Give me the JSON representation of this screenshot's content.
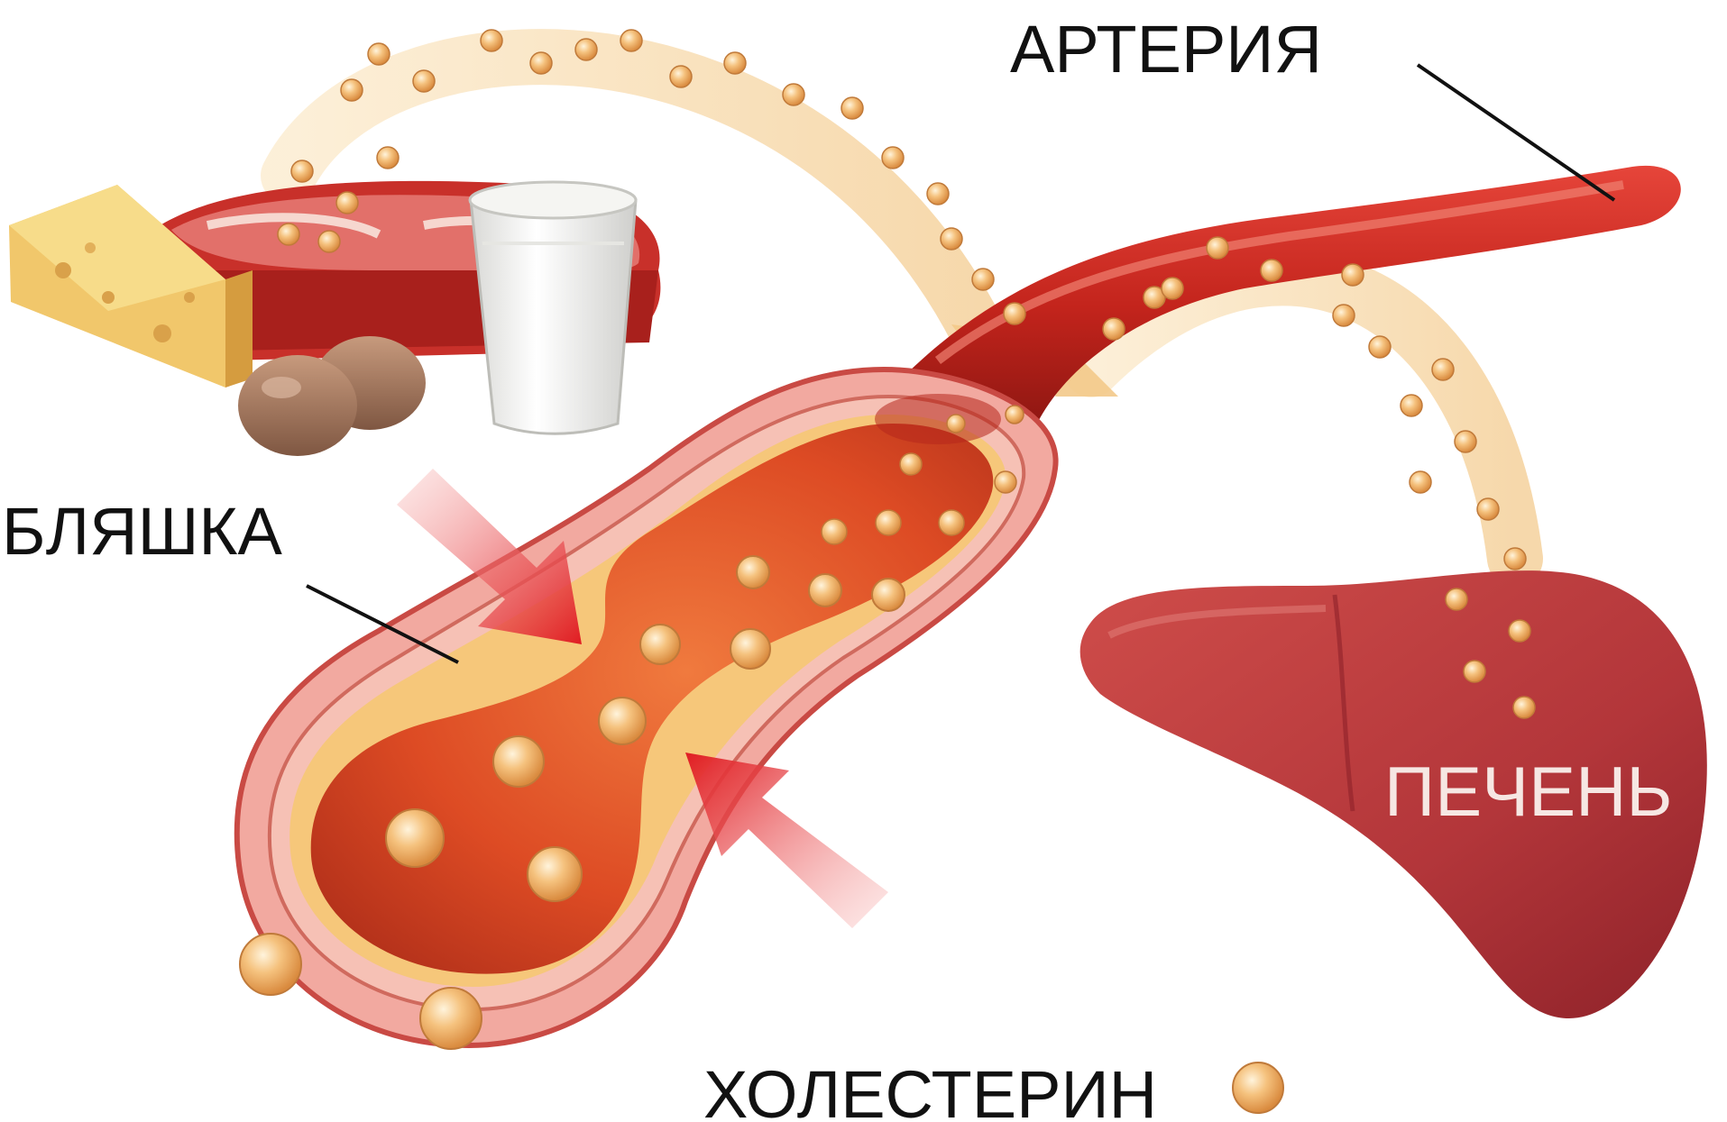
{
  "labels": {
    "artery": "АРТЕРИЯ",
    "plaque": "БЛЯШКА",
    "liver": "ПЕЧЕНЬ",
    "cholesterol": "ХОЛЕСТЕРИН"
  },
  "colors": {
    "artery_red": "#c8281e",
    "artery_lumen": "#e2562c",
    "plaque_yellow": "#f6c77a",
    "liver_red": "#b9373a",
    "cholesterol_ball": "#f1b26a",
    "arrow_red": "#e01c22",
    "dot_trail": "#f4d7a2"
  },
  "icons": [
    "cheese-icon",
    "meat-icon",
    "egg-icon",
    "milk-glass-icon",
    "liver-icon",
    "cholesterol-ball-icon"
  ]
}
